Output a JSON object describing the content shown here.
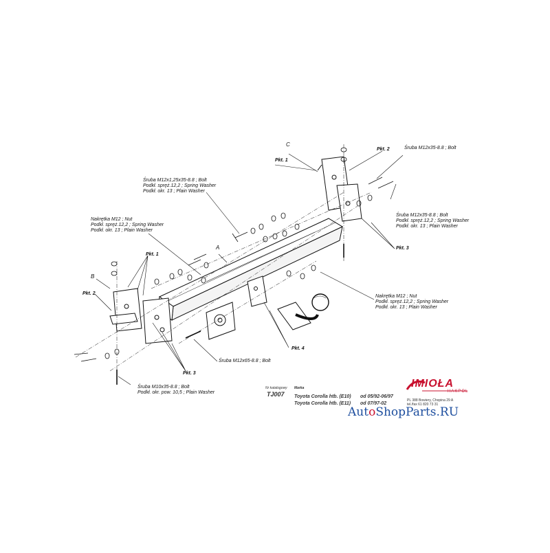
{
  "labels": {
    "bolt_top_right": "Śruba M12x35-8.8 ;  Bolt",
    "bolt_m12x125": [
      "Śruba M12x1,25x35-8.8 ;  Bolt",
      "Podkł. spręż.12,2 ;  Spring Washer",
      "Podkł. okr. 13 ;  Plain Washer"
    ],
    "nut_left": [
      "Nakrętka  M12 ;  Nut",
      "Podkł. spręż.12,2 ;  Spring Washer",
      "Podkł. okr. 13 ;  Plain Washer"
    ],
    "bolt_right": [
      "Śruba M12x35-8.8 ;  Bolt",
      "Podkł. spręż.12,2 ;  Spring Washer",
      "Podkł. okr. 13 ;  Plain Washer"
    ],
    "nut_right": [
      "Nakrętka  M12 ;  Nut",
      "Podkł. spręż.12,2 ;  Spring Washer",
      "Podkł. okr. 13 ;  Plain Washer"
    ],
    "bolt_m12x65": "Śruba M12x65-8.8 ;  Bolt",
    "bolt_m10": [
      "Śruba M10x35-8.8 ;  Bolt",
      "Podkł. okr. pow. 10,5 ;  Plain Washer"
    ]
  },
  "points": {
    "pkt1": "Pkt. 1",
    "pkt2": "Pkt. 2",
    "pkt3": "Pkt. 3",
    "pkt4": "Pkt. 4"
  },
  "letters": {
    "a": "A",
    "b": "B",
    "c": "C"
  },
  "catalog": {
    "nr_header": "Nr katalogowy",
    "nr_value": "TJ007",
    "marka_header": "Marka",
    "rows": [
      {
        "model": "Toyota Corolla htb. (E10)",
        "years": "od 05/92-06/97"
      },
      {
        "model": "Toyota Corolla htb. (E11)",
        "years": "od 07/97-02"
      }
    ]
  },
  "brand": {
    "name": "IMIOŁA",
    "sub": "HAKPOL",
    "address": [
      "PL 388 Bowiery, Chopina 29 A",
      "tel./fax 61 820 73 31"
    ]
  },
  "watermark": {
    "prefix": "Aut",
    "mid": "ShopParts",
    "suffix": ".RU",
    "o": "o"
  },
  "colors": {
    "brand_red": "#c8102e",
    "site_blue": "#1d4e9e"
  }
}
